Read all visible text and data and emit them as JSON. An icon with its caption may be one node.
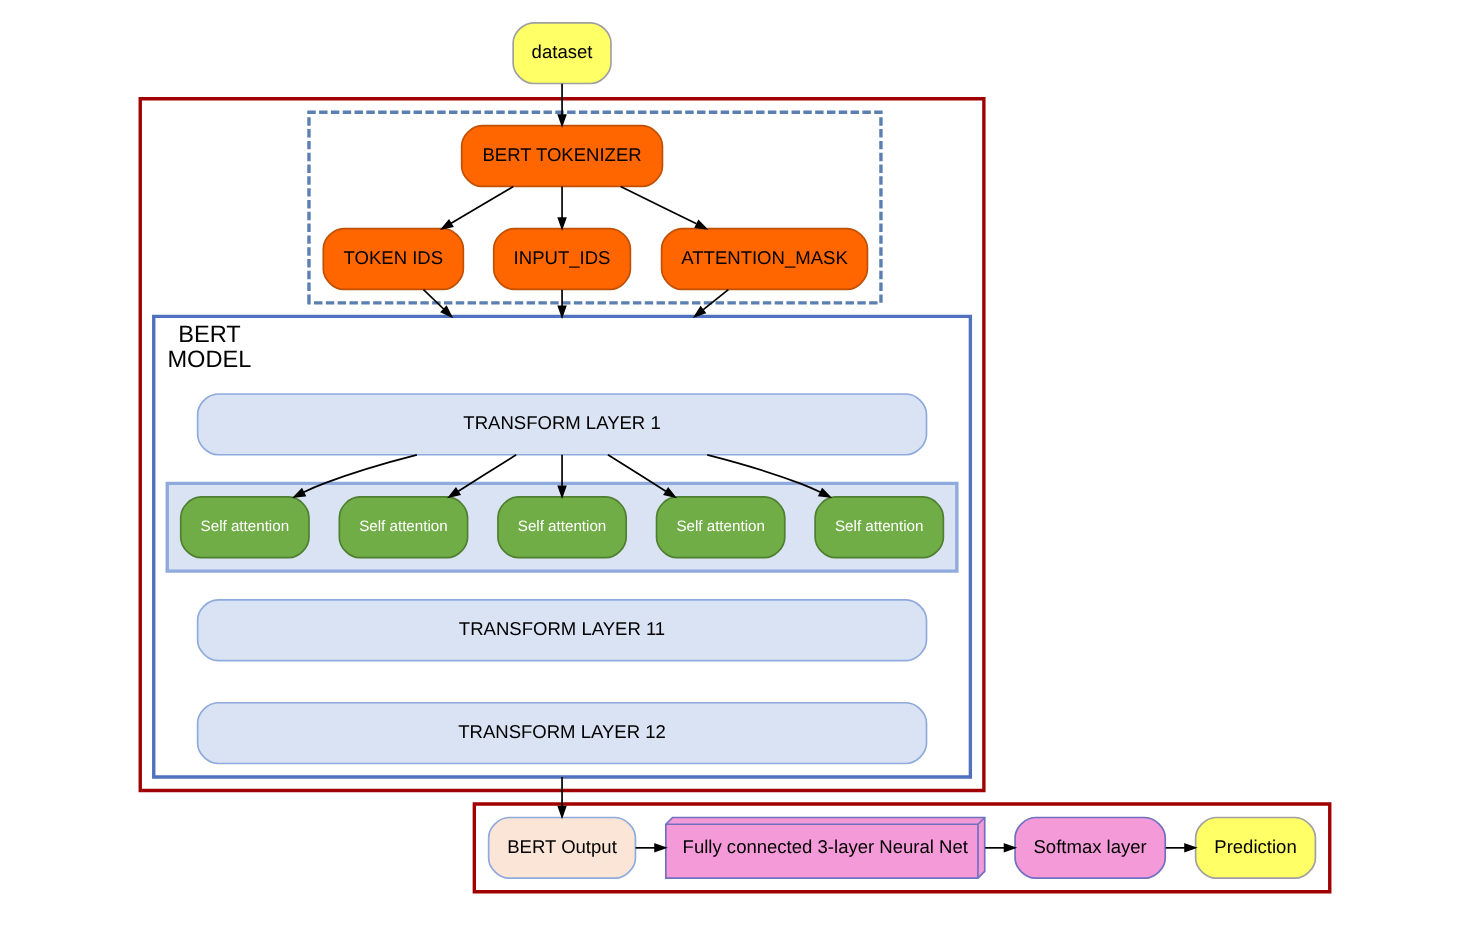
{
  "diagram": {
    "nodes": [
      {
        "text": [
          "dataset"
        ]
      },
      {
        "text": [],
        "shape": "box"
      },
      {
        "text": [],
        "shape": "box",
        "in": 1
      },
      {
        "text": [
          "BERT TOKENIZER"
        ],
        "in": 2
      },
      {
        "text": [
          "TOKEN IDS"
        ],
        "in": 2
      },
      {
        "text": [
          "INPUT_IDS"
        ],
        "in": 2
      },
      {
        "text": [
          "ATTENTION_MASK"
        ],
        "in": 2
      },
      {
        "text": [
          "BERT",
          "MODEL"
        ],
        "in": 1
      },
      {
        "text": [
          "TRANSFORM LAYER 1"
        ],
        "in": 7
      },
      {
        "text": [],
        "shape": "bar",
        "in": 7
      },
      {
        "text": [
          "Self attention"
        ],
        "in": 9
      },
      {
        "text": [
          "Self attention"
        ],
        "in": 9
      },
      {
        "text": [
          "Self attention"
        ],
        "in": 9
      },
      {
        "text": [
          "Self attention"
        ],
        "in": 9
      },
      {
        "text": [
          "Self attention"
        ],
        "in": 9
      },
      {
        "text": [
          "TRANSFORM LAYER 11"
        ],
        "in": 7
      },
      {
        "text": [
          "TRANSFORM LAYER 12"
        ],
        "in": 7
      },
      {
        "text": [],
        "shape": "box"
      },
      {
        "text": [
          "BERT Output"
        ],
        "in": 17
      },
      {
        "text": [
          "Fully connected 3-layer Neural Net"
        ],
        "in": 17
      },
      {
        "text": [
          "Softmax layer"
        ],
        "in": 17
      },
      {
        "text": [
          "Prediction"
        ],
        "in": 17
      }
    ],
    "edges": [
      {
        "from": 0,
        "to": 3,
        "arrow": "to"
      },
      {
        "from": 3,
        "to": 4,
        "arrow": "to"
      },
      {
        "from": 3,
        "to": 5,
        "arrow": "to"
      },
      {
        "from": 3,
        "to": 6,
        "arrow": "to"
      },
      {
        "from": 4,
        "to": 7,
        "arrow": "to"
      },
      {
        "from": 5,
        "to": 7,
        "arrow": "to"
      },
      {
        "from": 6,
        "to": 7,
        "arrow": "to"
      },
      {
        "from": 8,
        "to": 10,
        "arrow": "to"
      },
      {
        "from": 8,
        "to": 11,
        "arrow": "to"
      },
      {
        "from": 8,
        "to": 12,
        "arrow": "to"
      },
      {
        "from": 8,
        "to": 13,
        "arrow": "to"
      },
      {
        "from": 8,
        "to": 14,
        "arrow": "to"
      },
      {
        "from": 7,
        "to": 18,
        "arrow": "to"
      },
      {
        "from": 18,
        "to": 19,
        "arrow": "to"
      },
      {
        "from": 19,
        "to": 20,
        "arrow": "to"
      },
      {
        "from": 20,
        "to": 21,
        "arrow": "to"
      }
    ]
  }
}
